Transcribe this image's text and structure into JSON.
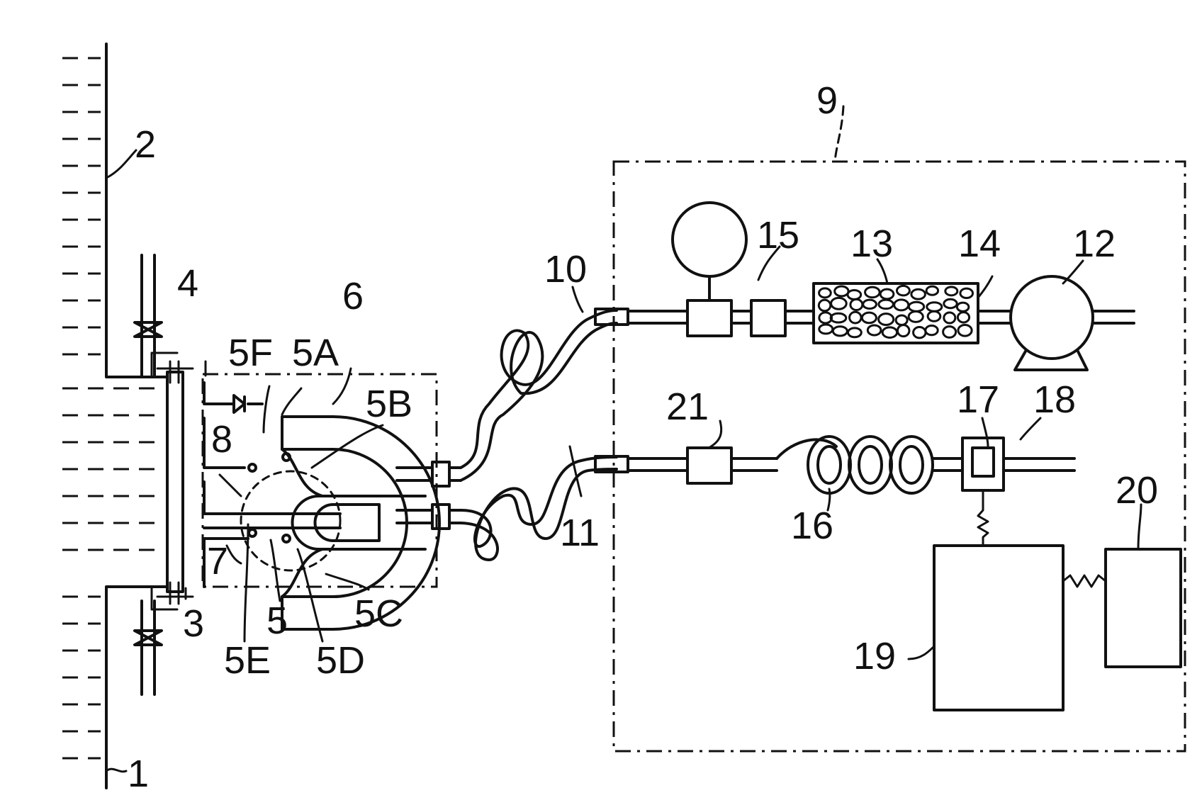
{
  "labels": {
    "l1": "1",
    "l2": "2",
    "l3": "3",
    "l4": "4",
    "l5": "5",
    "l5a": "5A",
    "l5b": "5B",
    "l5c": "5C",
    "l5d": "5D",
    "l5e": "5E",
    "l5f": "5F",
    "l6": "6",
    "l7": "7",
    "l8": "8",
    "l9": "9",
    "l10": "10",
    "l11": "11",
    "l12": "12",
    "l13": "13",
    "l14": "14",
    "l15": "15",
    "l16": "16",
    "l17": "17",
    "l18": "18",
    "l19": "19",
    "l20": "20",
    "l21": "21"
  }
}
